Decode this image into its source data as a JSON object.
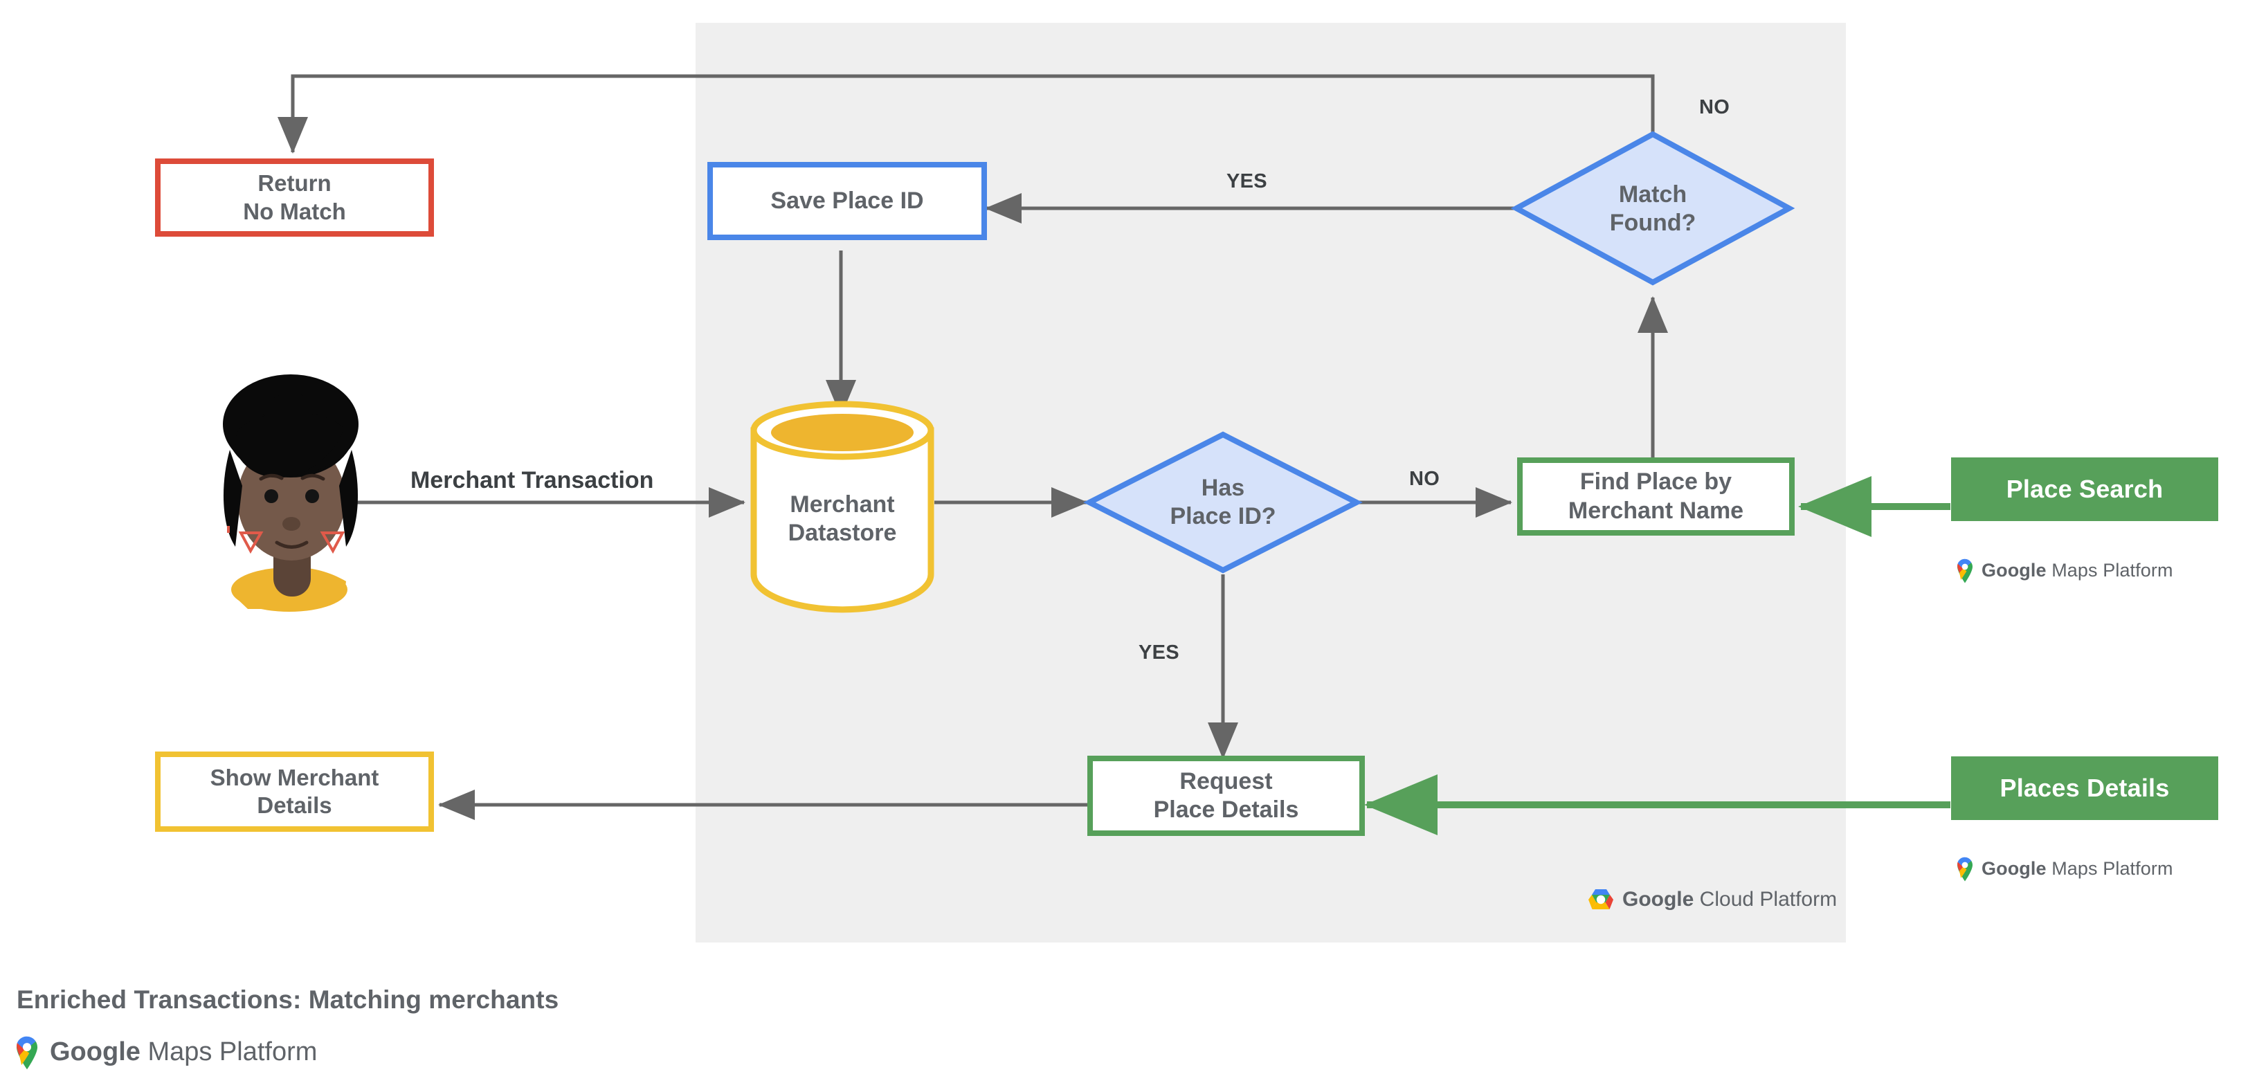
{
  "diagram": {
    "caption": "Enriched Transactions: Matching merchants",
    "caption_lockup": {
      "brand": "Google",
      "product": " Maps Platform"
    },
    "panel": {
      "name": "google-cloud-platform-panel",
      "color": "#efefef"
    },
    "colors": {
      "blue": "#4a86e8",
      "blue_fill": "#d6e2fa",
      "green": "#57a05a",
      "yellow": "#f1c232",
      "red": "#dd4b39",
      "gray_line": "#666666",
      "text": "#5f6368",
      "panel_bg": "#efefef"
    }
  },
  "nodes": {
    "return_no_match": {
      "label": "Return\nNo Match",
      "shape": "rect",
      "border": "#dd4b39"
    },
    "save_place_id": {
      "label": "Save Place ID",
      "shape": "rect",
      "border": "#4a86e8"
    },
    "match_found": {
      "label": "Match\nFound?",
      "shape": "diamond",
      "border": "#4a86e8"
    },
    "merchant_datastore": {
      "label": "Merchant\nDatastore",
      "shape": "cylinder",
      "border": "#f1c232"
    },
    "has_place_id": {
      "label": "Has\nPlace ID?",
      "shape": "diamond",
      "border": "#4a86e8"
    },
    "find_place_by_merchant_name": {
      "label": "Find Place by\nMerchant Name",
      "shape": "rect",
      "border": "#57a05a"
    },
    "request_place_details": {
      "label": "Request\nPlace Details",
      "shape": "rect",
      "border": "#57a05a"
    },
    "show_merchant_details": {
      "label": "Show Merchant\nDetails",
      "shape": "rect",
      "border": "#f1c232"
    },
    "user_avatar": {
      "label": "merchant-customer-avatar"
    }
  },
  "api_chips": [
    {
      "id": "place-search",
      "label": "Place Search",
      "lockup": {
        "brand": "Google",
        "product": " Maps Platform"
      }
    },
    {
      "id": "places-details",
      "label": "Places Details",
      "lockup": {
        "brand": "Google",
        "product": " Maps Platform"
      }
    }
  ],
  "platform_lockup": {
    "brand": "Google",
    "product": " Cloud Platform"
  },
  "edge_labels": {
    "merchant_transaction": "Merchant Transaction",
    "match_found_no": "NO",
    "match_found_yes": "YES",
    "has_place_id_no": "NO",
    "has_place_id_yes": "YES"
  }
}
